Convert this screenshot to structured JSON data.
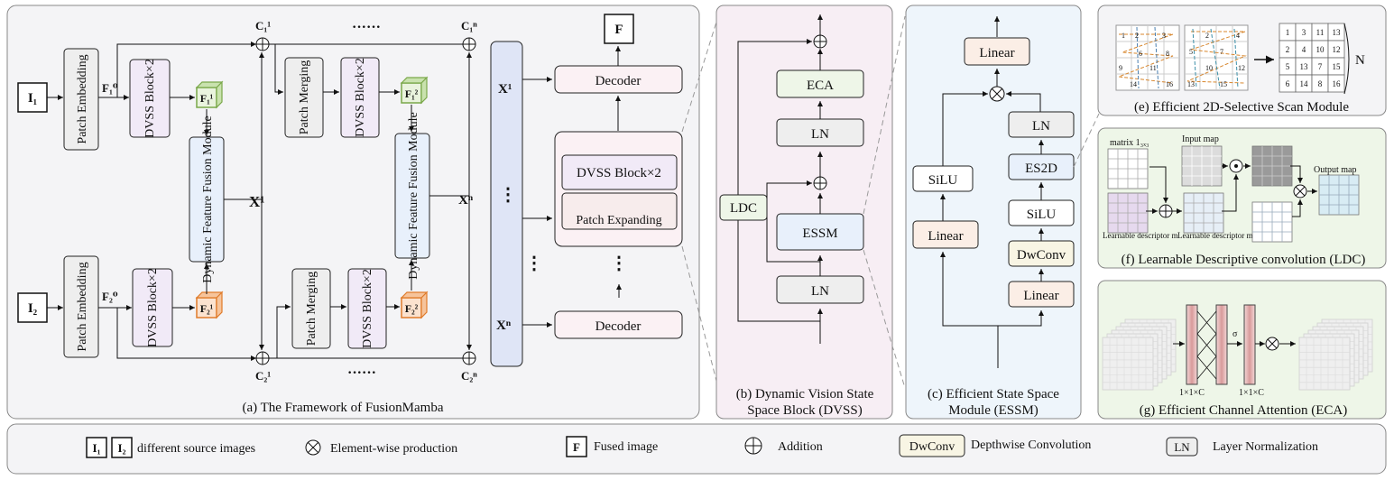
{
  "panel_a": {
    "caption": "(a) The Framework of FusionMamba",
    "inputs": {
      "i1": "I₁",
      "i2": "I₂"
    },
    "patch_embedding": "Patch Embedding",
    "dvss_block": "DVSS Block×2",
    "patch_merging": "Patch Merging",
    "dff_module": "Dynamic Feature Fusion Module",
    "features": {
      "f1_0": "F₁⁰",
      "f2_0": "F₂⁰",
      "f1_1": "F₁¹",
      "f2_1": "F₂¹",
      "f1_2": "F₁²",
      "f2_2": "F₂²",
      "x1": "X¹",
      "xn": "Xⁿ",
      "c1_1": "C₁¹",
      "c1_n": "C₁ⁿ",
      "c2_1": "C₂¹",
      "c2_n": "C₂ⁿ"
    },
    "dots": "······",
    "decoder": "Decoder",
    "fused": "F",
    "dvss_block_short": "DVSS Block×2",
    "patch_expanding": "Patch Expanding",
    "bar_x1": "X¹",
    "bar_xn": "Xⁿ"
  },
  "panel_b": {
    "caption_line1": "(b) Dynamic Vision State",
    "caption_line2": "Space Block (DVSS)",
    "eca": "ECA",
    "ln_top": "LN",
    "essm": "ESSM",
    "ln_bottom": "LN",
    "ldc": "LDC"
  },
  "panel_c": {
    "caption_line1": "(c) Efficient State Space",
    "caption_line2": "Module (ESSM)",
    "linear_top": "Linear",
    "ln": "LN",
    "es2d": "ES2D",
    "silu_right": "SiLU",
    "dwconv": "DwConv",
    "linear_right": "Linear",
    "silu_left": "SiLU",
    "linear_left": "Linear"
  },
  "panel_e": {
    "caption": "(e) Efficient 2D-Selective Scan Module",
    "n_label": "N",
    "grid": [
      "1",
      "3",
      "11",
      "13",
      "2",
      "4",
      "10",
      "12",
      "5",
      "13",
      "7",
      "15",
      "6",
      "14",
      "8",
      "16"
    ]
  },
  "panel_f": {
    "caption": "(f) Learnable Descriptive convolution (LDC)",
    "matrix_label": "matrix 1₃ₓ₃",
    "input_map": "Input map",
    "output_map": "Output map",
    "desc_m": "Learnable descriptor m",
    "desc_mf": "Learnable descriptor mf"
  },
  "panel_g": {
    "caption": "(g) Efficient Channel Attention (ECA)",
    "dim_left": "1×1×C",
    "dim_right": "1×1×C",
    "sigma": "σ"
  },
  "legend": {
    "i1": "I₁",
    "i2": "I₂",
    "sources": "different source images",
    "elementwise": "Element-wise production",
    "f": "F",
    "fused": "Fused image",
    "addition": "Addition",
    "dwconv": "DwConv",
    "dwconv_desc": "Depthwise Convolution",
    "ln": "LN",
    "ln_desc": "Layer Normalization"
  },
  "colors": {
    "panel_bg": "#f4f4f6",
    "purple_block": "#f1eaf7",
    "gray_block": "#eeeeee",
    "blue_block": "#e8f0fb",
    "peach_block": "#fbeee6",
    "pink_block": "#fbf1f4",
    "green_panel": "#eef6e8",
    "green_cube": "#7aa84a",
    "orange_cube": "#e07b2a",
    "eca_bar": "#e4b4b4"
  }
}
